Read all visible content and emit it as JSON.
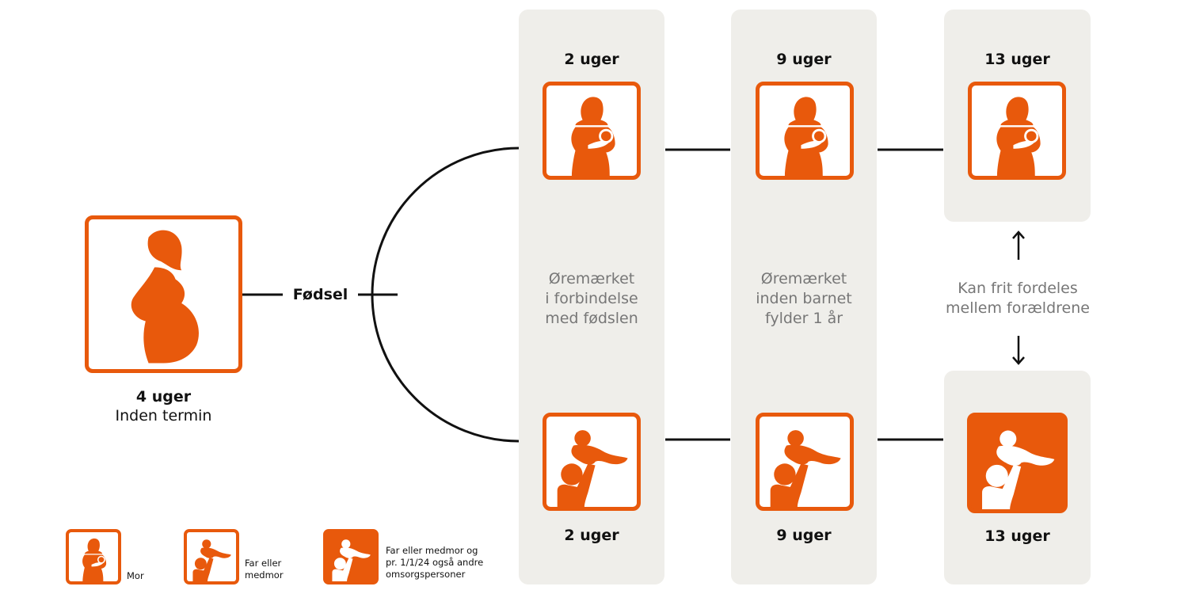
{
  "colors": {
    "accent": "#e8590c",
    "panel": "#efeeea",
    "muted_text": "#777777"
  },
  "pregnancy": {
    "weeks": "4 uger",
    "sub": "Inden termin",
    "icon": "pregnant-woman-icon"
  },
  "birth_label": "Fødsel",
  "columns": [
    {
      "top_weeks": "2 uger",
      "bottom_weeks": "2 uger",
      "note": [
        "Øremærket",
        "i forbindelse",
        "med fødslen"
      ]
    },
    {
      "top_weeks": "9 uger",
      "bottom_weeks": "9 uger",
      "note": [
        "Øremærket",
        "inden barnet",
        "fylder 1 år"
      ]
    },
    {
      "top_weeks": "13 uger",
      "bottom_weeks": "13 uger",
      "note": [
        "Kan frit fordeles",
        "mellem forældrene"
      ]
    }
  ],
  "legend": [
    {
      "icon": "mother-icon",
      "label": [
        "Mor"
      ]
    },
    {
      "icon": "father-icon",
      "label": [
        "Far eller",
        "medmor"
      ]
    },
    {
      "icon": "caregiver-filled-icon",
      "label": [
        "Far eller medmor og",
        "pr. 1/1/24 også andre",
        "omsorgspersoner"
      ]
    }
  ]
}
